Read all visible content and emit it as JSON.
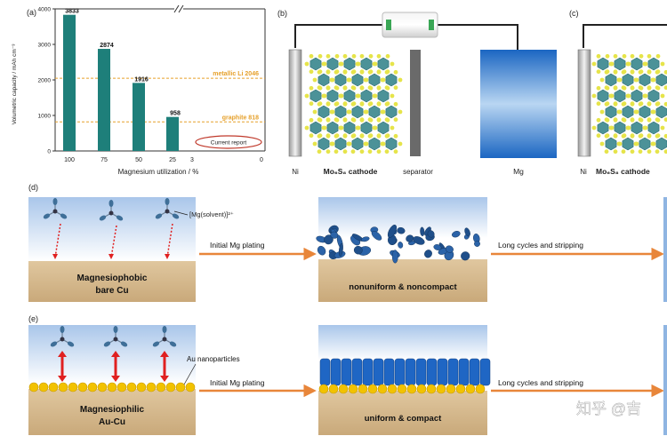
{
  "panels": {
    "a": "(a)",
    "b": "(b)",
    "c": "(c)",
    "d": "(d)",
    "e": "(e)"
  },
  "colors": {
    "bar": "#1e7f7a",
    "refline": "#e6a02a",
    "mg_blue": "#1f6fc9",
    "substrate": "#d4b78c",
    "gold": "#f2c200",
    "arrow": "#e8863a",
    "ion_red": "#e02020",
    "current_report": "#c0392b"
  },
  "chart_a": {
    "ylabel": "Volumetric capacity / mAh cm⁻³",
    "xlabel": "Magnesium utilization / %",
    "y_ticks": [
      "0",
      "1000",
      "2000",
      "3000",
      "4000"
    ],
    "x_ticks": [
      "100",
      "75",
      "50",
      "25",
      "3",
      "0"
    ],
    "ref_lines": [
      {
        "label": "metallic Li 2046",
        "value": 2046
      },
      {
        "label": "graphite 818",
        "value": 818
      }
    ],
    "current_report": "Current report"
  },
  "chart_data": {
    "type": "bar",
    "categories": [
      "100",
      "75",
      "50",
      "25"
    ],
    "values": [
      3833,
      2874,
      1916,
      958
    ],
    "value_labels": [
      "3833",
      "2874",
      "1916",
      "958"
    ],
    "xlabel": "Magnesium utilization / %",
    "ylabel": "Volumetric capacity / mAh cm⁻³",
    "ylim": [
      0,
      4000
    ]
  },
  "panel_b": {
    "ni": "Ni",
    "cathode": "Mo₆S₈ cathode",
    "separator": "separator",
    "mg": "Mg"
  },
  "panel_c": {
    "ni": "Ni",
    "cathode": "Mo₆S₈ cathode"
  },
  "panel_d": {
    "ion_label": "[Mg(solvent)]²⁺",
    "substrate_label_1": "Magnesiophobic",
    "substrate_label_2": "bare Cu",
    "arrow_1": "Initial Mg plating",
    "result_label": "nonuniform & noncompact",
    "arrow_2": "Long cycles and stripping"
  },
  "panel_e": {
    "au_label": "Au nanoparticles",
    "substrate_label_1": "Magnesiophilic",
    "substrate_label_2": "Au-Cu",
    "arrow_1": "Initial Mg plating",
    "result_label": "uniform & compact",
    "arrow_2": "Long cycles and stripping"
  },
  "watermark": "知乎 @吉"
}
